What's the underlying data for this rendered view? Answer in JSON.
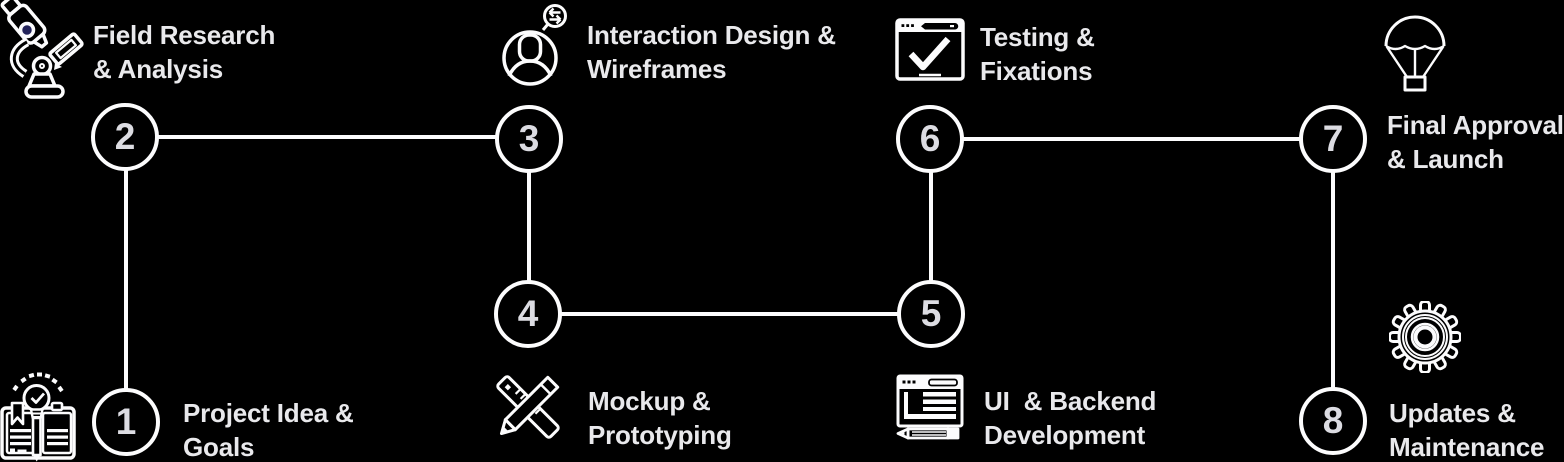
{
  "diagram": {
    "type": "process-flow",
    "theme": {
      "background": "#000000",
      "stroke_color": "#fcfcfd",
      "label_color": "#e9e9ec",
      "number_color": "#dcdce2",
      "microscope_lens_color": "#23235a"
    },
    "connections": [
      "1-2",
      "2-3",
      "3-4",
      "4-5",
      "5-6",
      "6-7",
      "7-8"
    ]
  },
  "steps": [
    {
      "number": "1",
      "label": "Project Idea &\nGoals",
      "icon": "idea-book-icon"
    },
    {
      "number": "2",
      "label": "Field Research\n& Analysis",
      "icon": "microscope-icon"
    },
    {
      "number": "3",
      "label": "Interaction Design &\nWireframes",
      "icon": "user-chat-icon"
    },
    {
      "number": "4",
      "label": "Mockup &\nPrototyping",
      "icon": "pencil-ruler-icon"
    },
    {
      "number": "5",
      "label": "UI  & Backend\nDevelopment",
      "icon": "browser-code-icon"
    },
    {
      "number": "6",
      "label": "Testing &\nFixations",
      "icon": "browser-check-icon"
    },
    {
      "number": "7",
      "label": "Final Approval\n& Launch",
      "icon": "parachute-icon"
    },
    {
      "number": "8",
      "label": "Updates &\nMaintenance",
      "icon": "gear-icon"
    }
  ]
}
